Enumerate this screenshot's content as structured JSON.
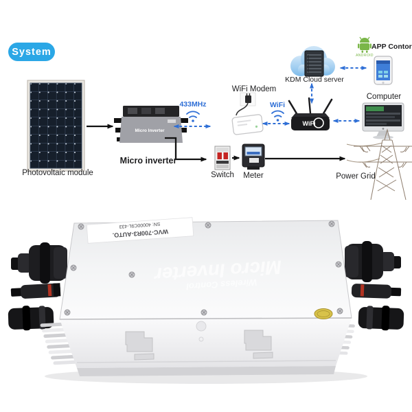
{
  "system_badge": "System",
  "diagram": {
    "nodes": {
      "pv_module": "Photovoltaic module",
      "micro_inverter": "Micro inverter",
      "micro_inverter_device_text": "Micro Inverter",
      "wifi_modem": "WiFi Modem",
      "cloud_server": "KDM Cloud server",
      "app_control": "APP Contorl",
      "app_platform": "ANDROID",
      "router_device_text": "WiFi",
      "computer": "Computer",
      "switch": "Switch",
      "meter": "Meter",
      "power_grid": "Power Grid"
    },
    "links": {
      "rf_link": "433MHz",
      "wifi_link": "WiFi"
    }
  },
  "product": {
    "sticker_model": "WVC-700R3-AUTO.",
    "sticker_serial": "SN: 40000C9L-433",
    "watermark_title": "Micro Inverter",
    "watermark_sub": "Wireless Control"
  },
  "colors": {
    "badge_blue": "#2ba7e6",
    "wireless_blue": "#2f6fd6",
    "power_line_black": "#111111",
    "android_green": "#7ab648",
    "gold_badge": "#d8c24a"
  }
}
